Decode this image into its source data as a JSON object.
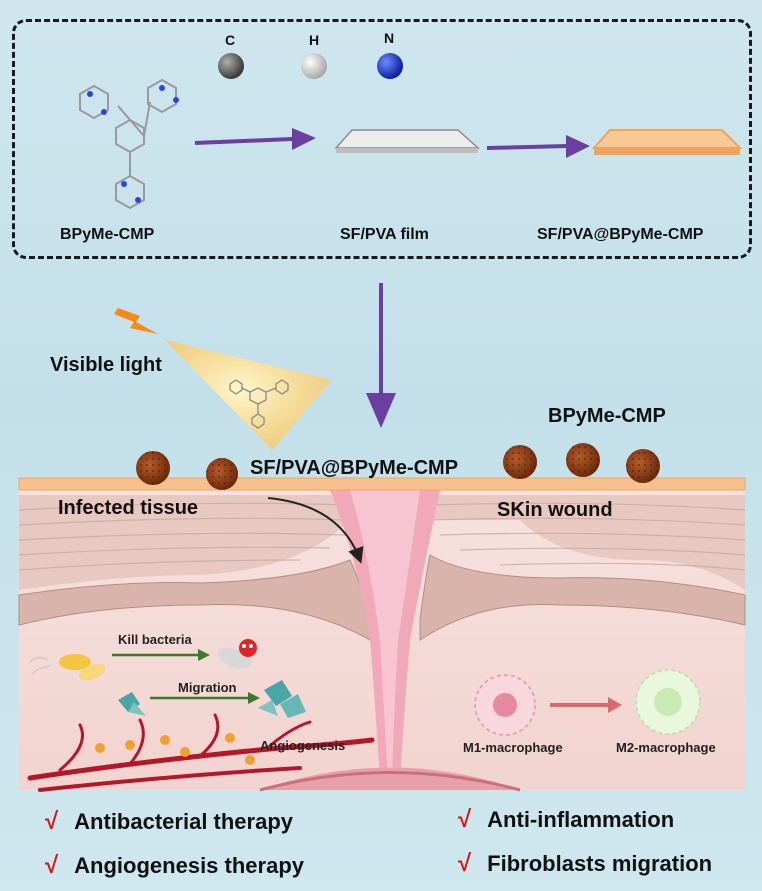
{
  "elements": [
    {
      "symbol": "C",
      "color": "#5a5a5a"
    },
    {
      "symbol": "H",
      "color": "#d9d9d9"
    },
    {
      "symbol": "N",
      "color": "#1f3fd6"
    }
  ],
  "synthesis": {
    "step1": "BPyMe-CMP",
    "step2": "SF/PVA film",
    "step3": "SF/PVA@BPyMe-CMP"
  },
  "wound": {
    "visible_light": "Visible light",
    "film_label": "SF/PVA@BPyMe-CMP",
    "particles_label": "BPyMe-CMP",
    "left_region": "Infected tissue",
    "right_region": "SKin wound",
    "kill_bacteria": "Kill bacteria",
    "migration": "Migration",
    "angiogenesis": "Angiogenesis",
    "m1": "M1-macrophage",
    "m2": "M2-macrophage"
  },
  "benefits": {
    "check": "√",
    "items": [
      "Antibacterial therapy",
      "Angiogenesis therapy",
      "Anti-inflammation",
      "Fibroblasts migration"
    ]
  },
  "colors": {
    "arrow": "#6b3fa0",
    "check": "#d21a1a",
    "particle": "#8a3a12",
    "film": "#f7c08f"
  }
}
